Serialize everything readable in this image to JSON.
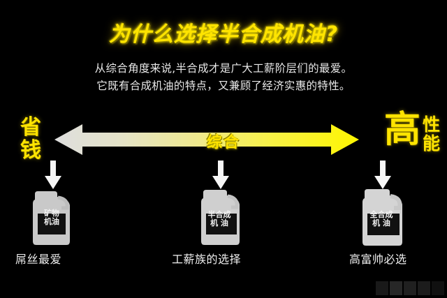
{
  "poster": {
    "background_color": "#000000",
    "accent_color": "#ffe400",
    "text_color": "#efefef",
    "title": "为什么选择半合成机油?",
    "subtitle_line1": "从综合角度来说,半合成才是广大工薪阶层们的最爱。",
    "subtitle_line2": "它既有合成机油的特点，又兼顾了经济实惠的特性。"
  },
  "scale": {
    "left_pole": {
      "char1": "省",
      "char2": "钱"
    },
    "right_pole": {
      "big": "高",
      "stack1": "性",
      "stack2": "能"
    },
    "axis_label": "综合",
    "gradient_from": "#e2e2e0",
    "gradient_to": "#fdf500"
  },
  "products": [
    {
      "bottle_label": "矿物\n机油",
      "caption": "屌丝最爱",
      "bottle_color": "#c9c9c9"
    },
    {
      "bottle_label": "半合成\n机  油",
      "caption": "工薪族的选择",
      "bottle_color": "#cfcfcf"
    },
    {
      "bottle_label": "全合成\n机  油",
      "caption": "高富帅必选",
      "bottle_color": "#d4d4d4"
    }
  ]
}
